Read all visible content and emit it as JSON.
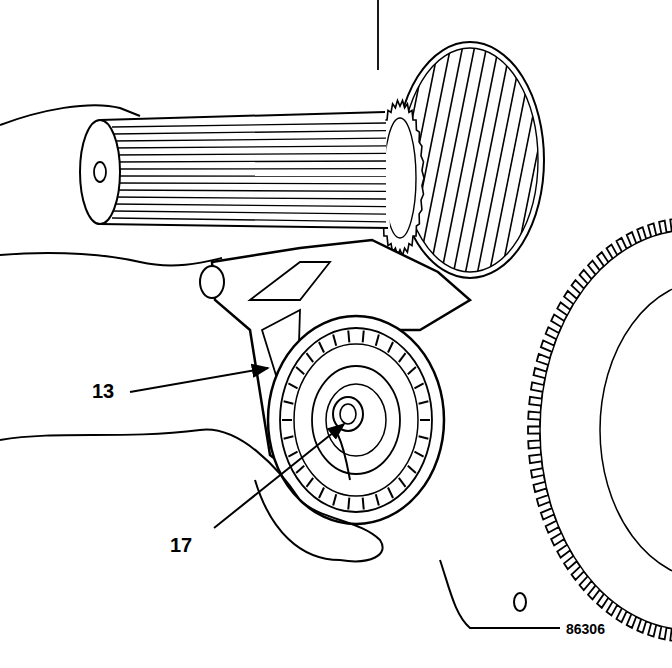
{
  "diagram": {
    "labels": [
      "13",
      "17",
      "86306"
    ]
  }
}
